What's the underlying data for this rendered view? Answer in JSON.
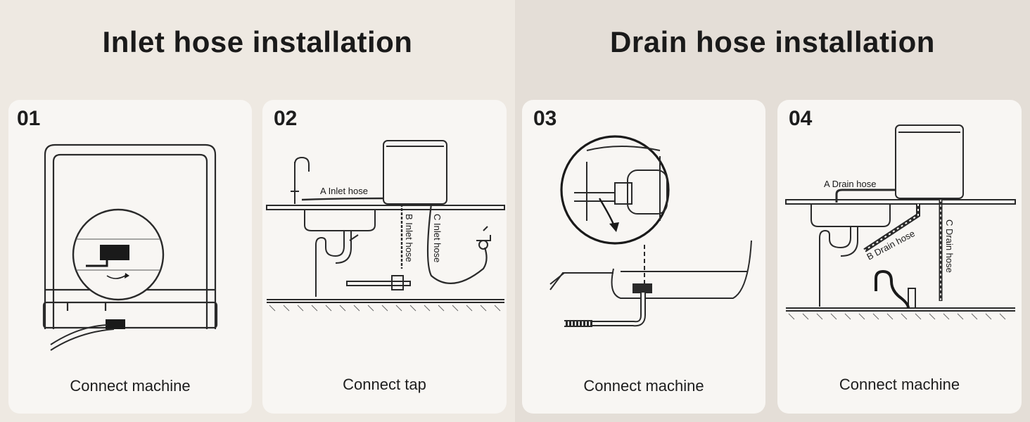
{
  "sections": {
    "inlet_title": "Inlet hose installation",
    "drain_title": "Drain hose installation"
  },
  "steps": [
    {
      "number": "01",
      "caption": "Connect machine"
    },
    {
      "number": "02",
      "caption": "Connect tap",
      "labels": [
        "A Inlet hose",
        "B Inlet hose",
        "C Inlet hose"
      ]
    },
    {
      "number": "03",
      "caption": "Connect machine"
    },
    {
      "number": "04",
      "caption": "Connect machine",
      "labels": [
        "A Drain hose",
        "B Drain hose",
        "C Drain hose"
      ]
    }
  ]
}
